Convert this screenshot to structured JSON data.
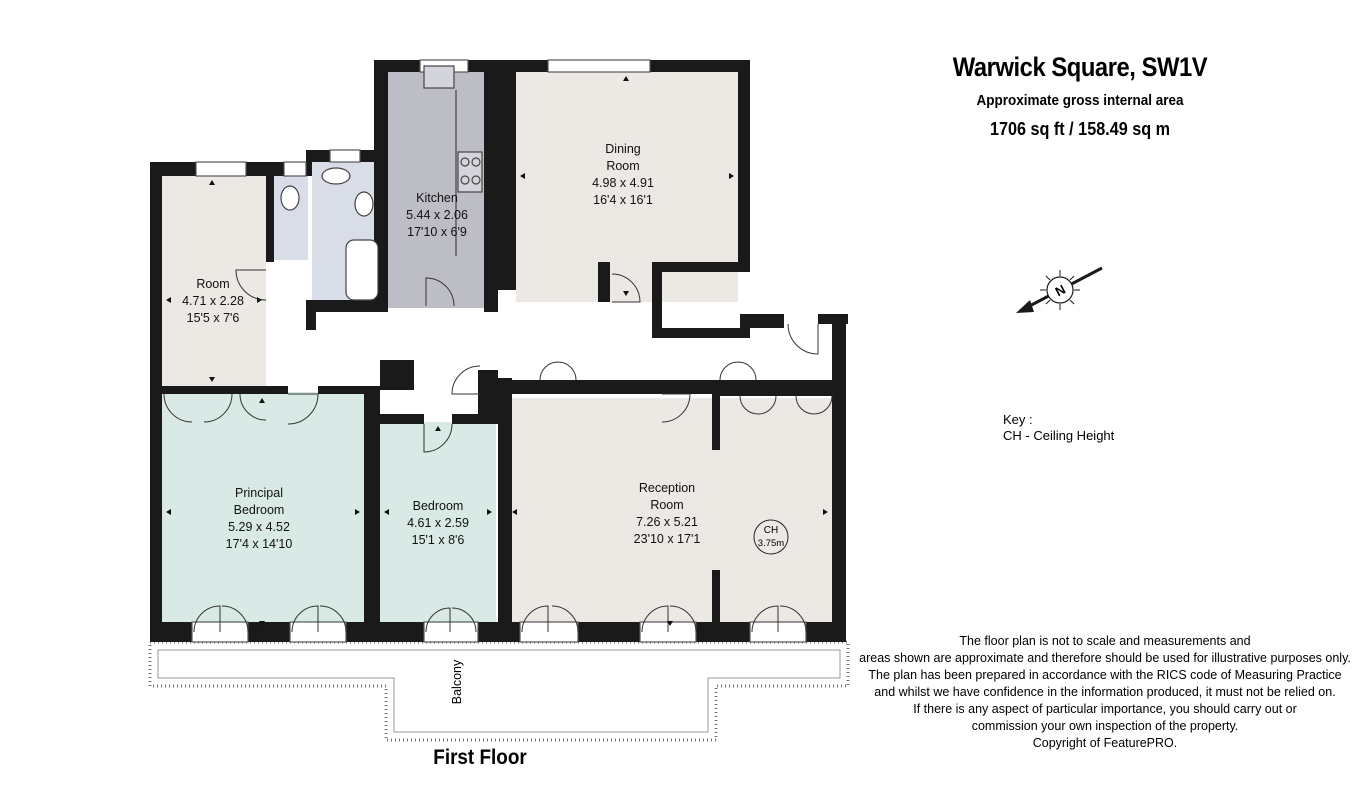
{
  "header": {
    "title": "Warwick Square, SW1V",
    "subtitle": "Approximate gross internal area",
    "area": "1706 sq ft  /  158.49 sq m"
  },
  "key": {
    "heading": "Key :",
    "entry": "CH - Ceiling Height"
  },
  "disclaimer": [
    "The floor plan is not to scale and measurements and",
    "areas shown are approximate and therefore should be used for illustrative purposes only.",
    "The plan has been prepared in accordance with the RICS code of Measuring Practice",
    "and whilst we have confidence in the information produced, it must not be relied on.",
    "If there is any aspect of particular importance, you should carry out or",
    "commission your own inspection of the property.",
    "Copyright of FeaturePRO."
  ],
  "floor_label": "First Floor",
  "compass_letter": "N",
  "ceiling": {
    "label": "CH",
    "value": "3.75m"
  },
  "balcony": "Balcony",
  "rooms": {
    "dining": {
      "name1": "Dining",
      "name2": "Room",
      "metric": "4.98 x 4.91",
      "imperial": "16'4 x 16'1"
    },
    "kitchen": {
      "name1": "Kitchen",
      "metric": "5.44 x 2.06",
      "imperial": "17'10 x 6'9"
    },
    "room": {
      "name1": "Room",
      "metric": "4.71 x 2.28",
      "imperial": "15'5 x 7'6"
    },
    "principal": {
      "name1": "Principal",
      "name2": "Bedroom",
      "metric": "5.29 x 4.52",
      "imperial": "17'4 x 14'10"
    },
    "bedroom": {
      "name1": "Bedroom",
      "metric": "4.61 x 2.59",
      "imperial": "15'1 x 8'6"
    },
    "reception": {
      "name1": "Reception",
      "name2": "Room",
      "metric": "7.26 x 5.21",
      "imperial": "23'10 x 17'1"
    }
  },
  "colors": {
    "wall": "#1a1a1a",
    "beige_room": "#ece8e4",
    "bedroom_green": "#d9e9e6",
    "kitchen_grey": "#bdbdc6",
    "bathroom_blue": "#d9dde8",
    "hall": "#ffffff",
    "arrow": "#1a1a1a"
  }
}
